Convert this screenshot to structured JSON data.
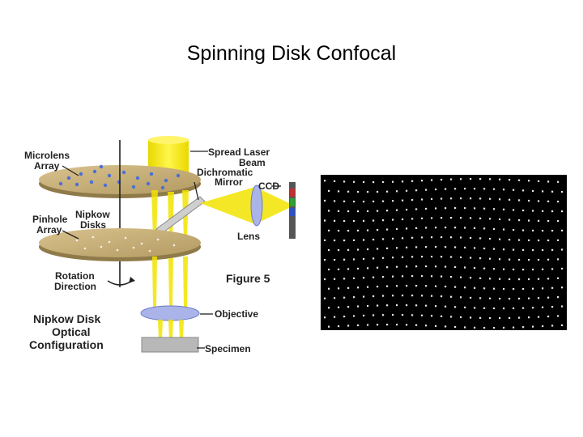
{
  "slide": {
    "title": "Spinning Disk Confocal"
  },
  "figure": {
    "labels": {
      "microlens_array": [
        "Microlens",
        "Array"
      ],
      "pinhole_array": [
        "Pinhole",
        "Array"
      ],
      "nipkow_disks": [
        "Nipkow",
        "Disks"
      ],
      "rotation_direction": [
        "Rotation",
        "Direction"
      ],
      "spread_laser_beam": [
        "Spread Laser",
        "Beam"
      ],
      "dichromatic_mirror": [
        "Dichromatic",
        "Mirror"
      ],
      "ccd": "CCD",
      "lens": "Lens",
      "figure_number": "Figure 5",
      "objective": "Objective",
      "specimen": "Specimen",
      "configuration_title": [
        "Nipkow Disk",
        "Optical",
        "Configuration"
      ]
    },
    "colors": {
      "disk": "#c9b07a",
      "beam": "#f2e400",
      "microlens": "#4a6fd6",
      "objective": "#aab4e8",
      "specimen": "#b8b8b8"
    }
  },
  "image_panel": {
    "description_icon": "pinhole-spot-pattern",
    "background": "#000000",
    "spot_color": "#e6e6e6"
  }
}
